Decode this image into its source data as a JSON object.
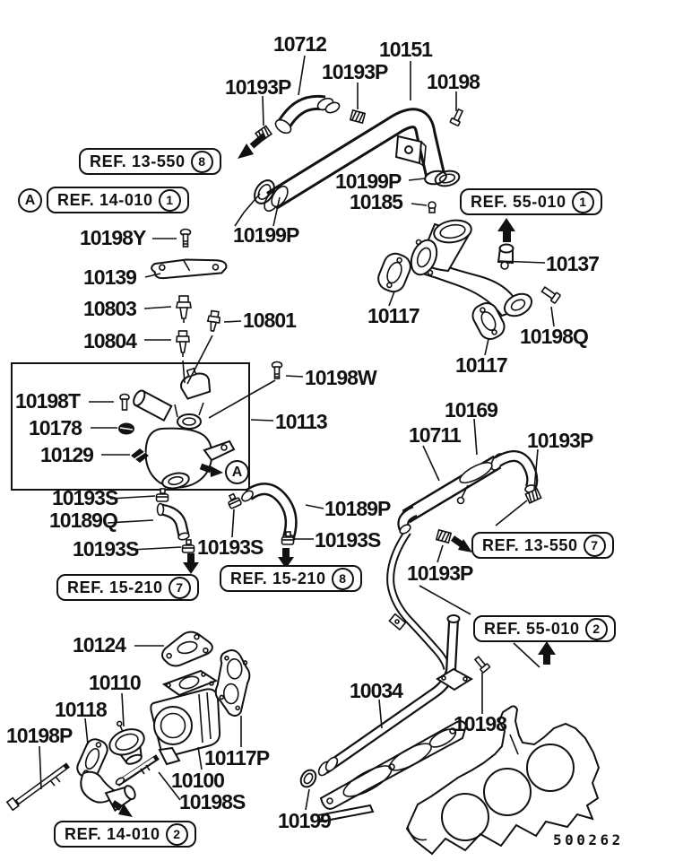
{
  "diagram": {
    "drawing_number": "500262",
    "colors": {
      "ink": "#111111",
      "background": "#ffffff"
    },
    "labels": [
      {
        "text": "10712"
      },
      {
        "text": "10193P"
      },
      {
        "text": "10193P"
      },
      {
        "text": "10151"
      },
      {
        "text": "10198"
      },
      {
        "text": "10199P"
      },
      {
        "text": "10185"
      },
      {
        "text": "10198Y"
      },
      {
        "text": "10139"
      },
      {
        "text": "10199P"
      },
      {
        "text": "10137"
      },
      {
        "text": "10803"
      },
      {
        "text": "10801"
      },
      {
        "text": "10804"
      },
      {
        "text": "10117"
      },
      {
        "text": "10198Q"
      },
      {
        "text": "10117"
      },
      {
        "text": "10198W"
      },
      {
        "text": "10198T"
      },
      {
        "text": "10113"
      },
      {
        "text": "10178"
      },
      {
        "text": "10129"
      },
      {
        "text": "10169"
      },
      {
        "text": "10711"
      },
      {
        "text": "10193P"
      },
      {
        "text": "10193S"
      },
      {
        "text": "10189Q"
      },
      {
        "text": "10193S"
      },
      {
        "text": "10193S"
      },
      {
        "text": "10189P"
      },
      {
        "text": "10193S"
      },
      {
        "text": "10193P"
      },
      {
        "text": "10124"
      },
      {
        "text": "10110"
      },
      {
        "text": "10118"
      },
      {
        "text": "10198P"
      },
      {
        "text": "10117P"
      },
      {
        "text": "10100"
      },
      {
        "text": "10198S"
      },
      {
        "text": "10034"
      },
      {
        "text": "10198"
      },
      {
        "text": "10199"
      }
    ],
    "refs": [
      {
        "text": "REF. 13-550",
        "num": "8"
      },
      {
        "text": "REF. 14-010",
        "num": "1"
      },
      {
        "text": "REF. 55-010",
        "num": "1"
      },
      {
        "text": "REF. 15-210",
        "num": "7"
      },
      {
        "text": "REF. 15-210",
        "num": "8"
      },
      {
        "text": "REF. 13-550",
        "num": "7"
      },
      {
        "text": "REF. 55-010",
        "num": "2"
      },
      {
        "text": "REF. 14-010",
        "num": "2"
      }
    ],
    "markers": [
      {
        "text": "A"
      },
      {
        "text": "A"
      }
    ]
  }
}
